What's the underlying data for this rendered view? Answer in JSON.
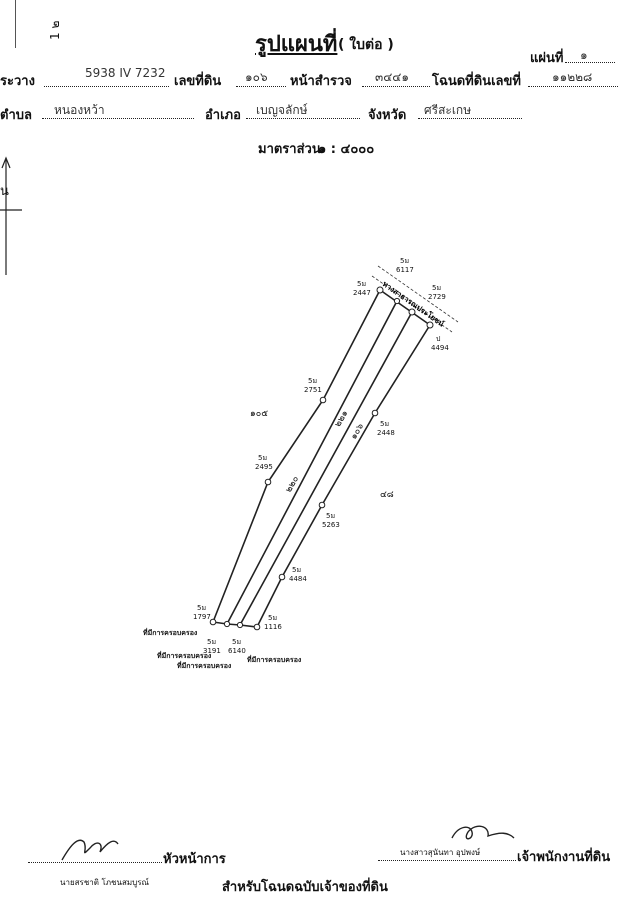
{
  "header": {
    "title": "รูปแผนที่",
    "subtitle": "( ใบต่อ )",
    "sheet_label": "แผ่นที่",
    "sheet_value": "๑",
    "corner_mark": "1 ๒",
    "scale_label": "มาตราส่วน",
    "scale_value": "๑ : ๔๐๐๐"
  },
  "fields": {
    "grid_label": "ระวาง",
    "grid_value": "5938 IV 7232",
    "land_no_label": "เลขที่ดิน",
    "land_no_value": "๑๐๖",
    "survey_page_label": "หน้าสำรวจ",
    "survey_page_value": "๓๔๔๑",
    "deed_no_label": "โฉนดที่ดินเลขที่",
    "deed_no_value": "๑๑๒๒๘",
    "subdistrict_label": "ตำบล",
    "subdistrict_value": "หนองหว้า",
    "district_label": "อำเภอ",
    "district_value": "เบญจลักษ์",
    "province_label": "จังหวัด",
    "province_value": "ศรีสะเกษ"
  },
  "north": {
    "letter": "น"
  },
  "map": {
    "road_label": "ทางสาธารณประโยชน์",
    "parcels": {
      "p105": "๑๐๕",
      "p106": "๑๐๖",
      "p220": "๒๒๐",
      "p221": "๒๒๑",
      "p48": "๔๘"
    },
    "markers": {
      "m6117": "6117",
      "m2447": "2447",
      "m2729": "2729",
      "m4494": "4494",
      "m2751": "2751",
      "m2448": "2448",
      "m2495": "2495",
      "m5263": "5263",
      "m4484": "4484",
      "m1797": "1797",
      "m3191": "3191",
      "m6140": "6140",
      "m1116": "1116"
    },
    "marker_prefix": "5ม",
    "marker_prefix_upper": "ป",
    "holder1": "ที่มีการครอบครอง",
    "holder2": "ที่มีการครอบครอง",
    "holder3": "ที่มีการครอบครอง",
    "holder4": "ที่มีการครอบครอง"
  },
  "footer": {
    "chief_label": "หัวหน้าการ",
    "chief_name": "นายสรชาติ  โภชนสมบูรณ์",
    "officer_name": "นางสาวสุนันทา  อุปพงษ์",
    "officer_label": "เจ้าพนักงานที่ดิน",
    "note": "สำหรับโฉนดฉบับเจ้าของที่ดิน"
  }
}
